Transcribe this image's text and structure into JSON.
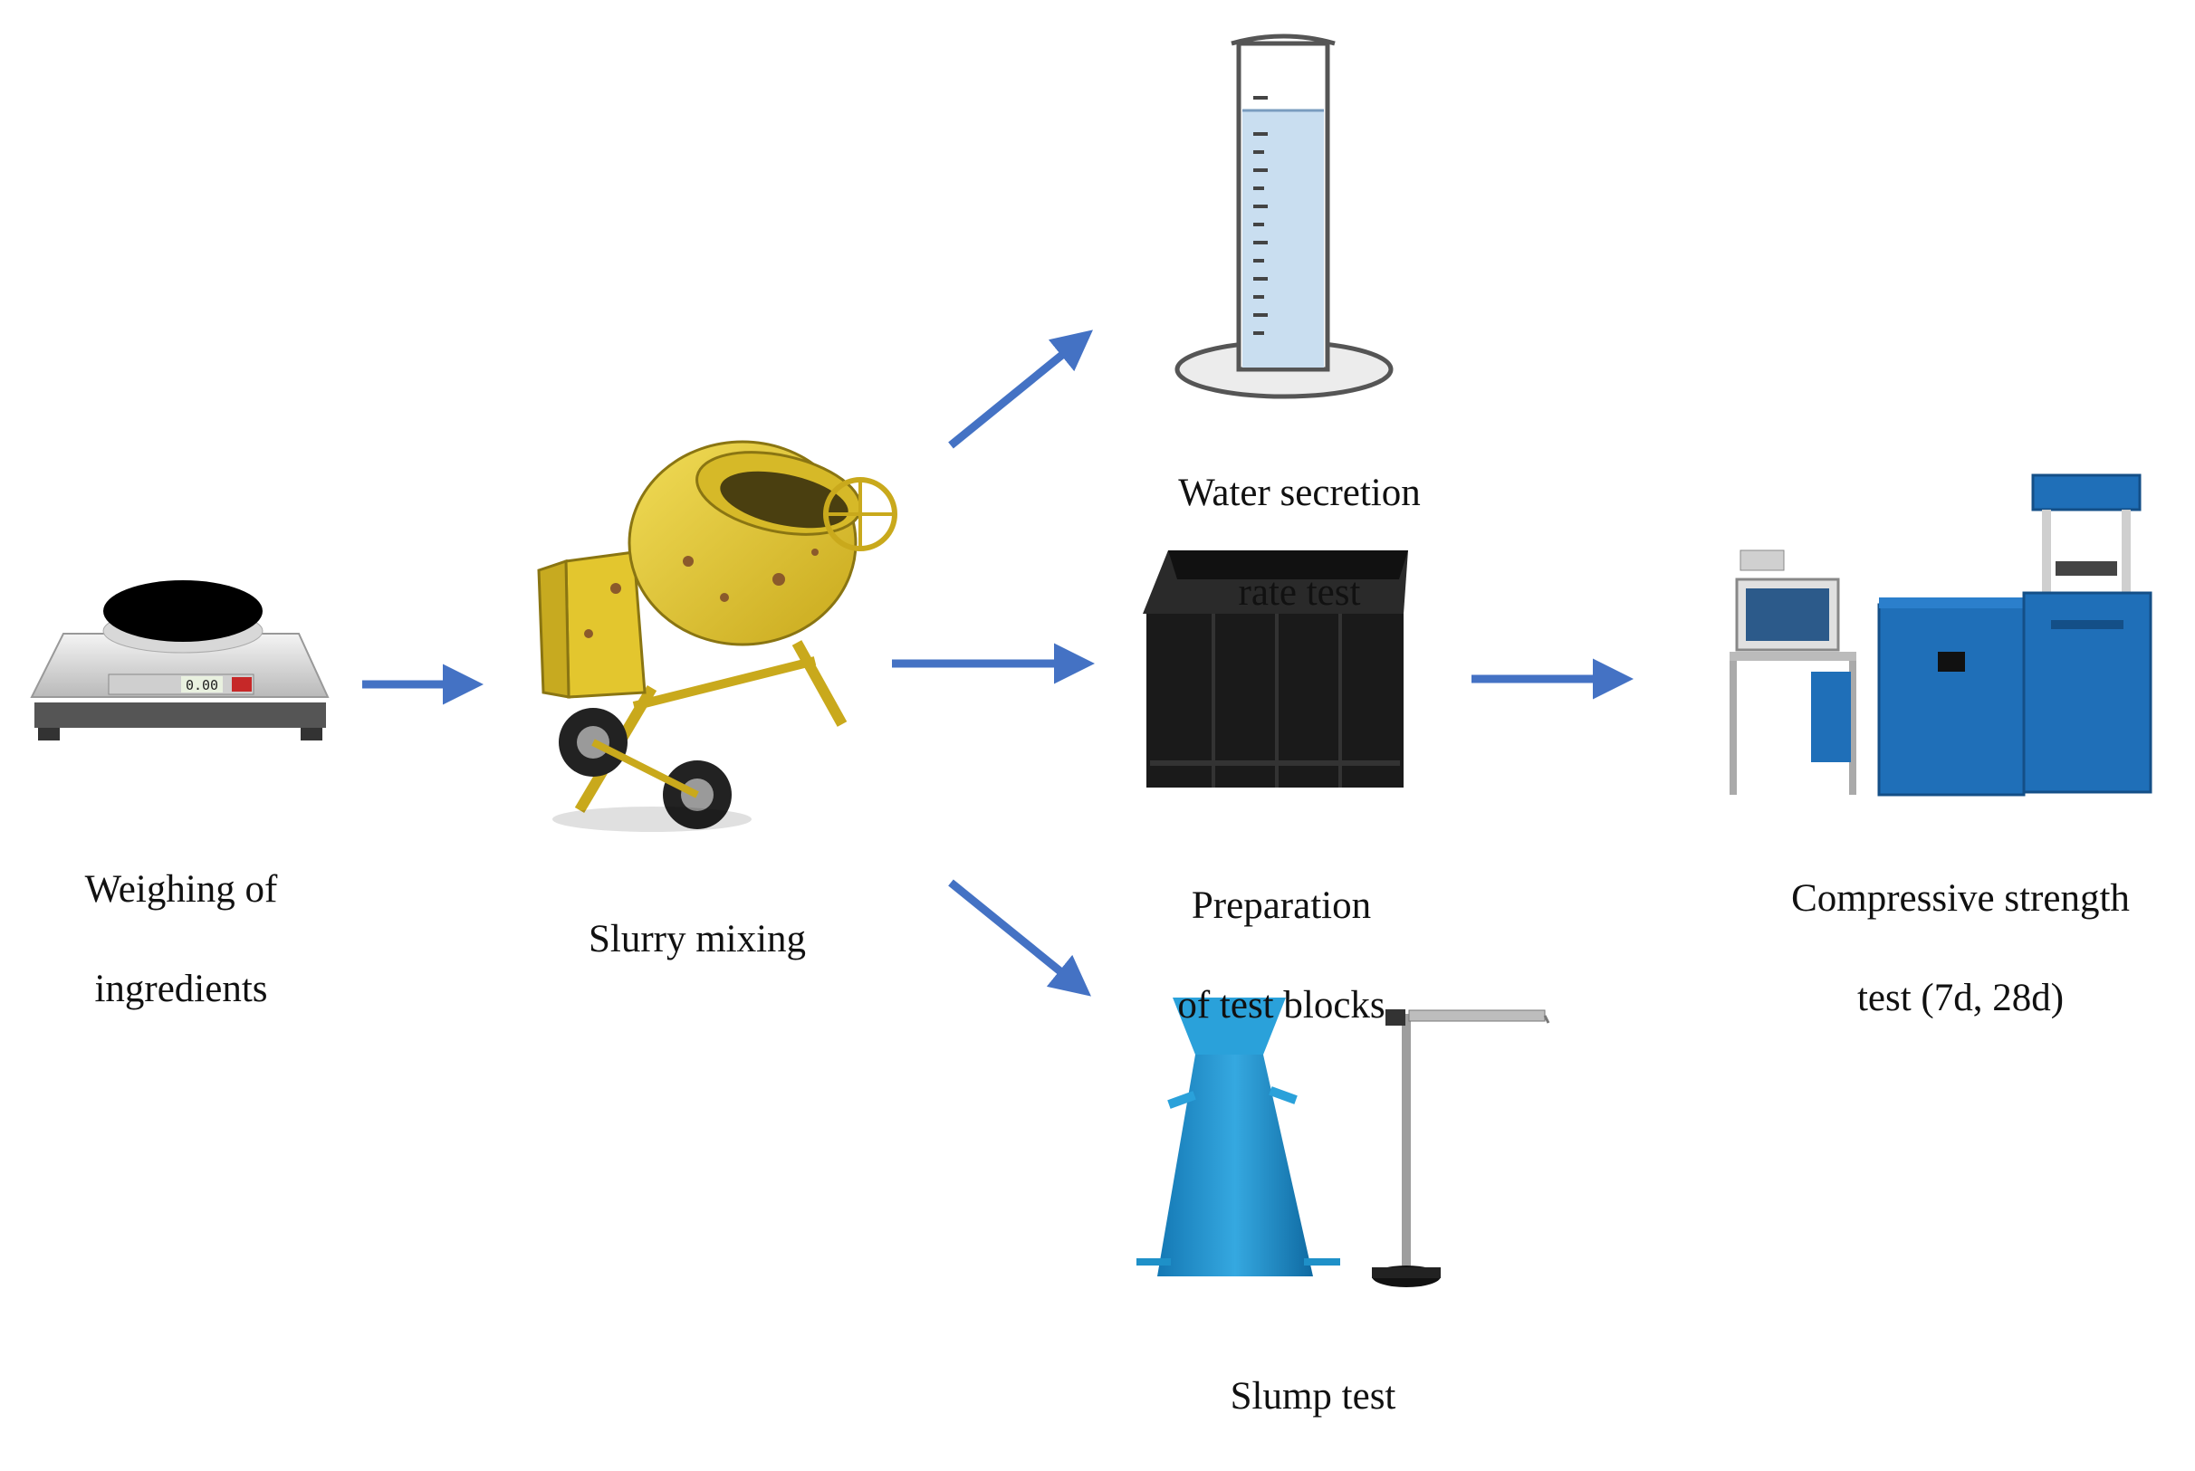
{
  "diagram": {
    "steps": {
      "weighing": {
        "line1": "Weighing  of",
        "line2": "ingredients",
        "icon": "scale-icon"
      },
      "mixing": {
        "line1": "Slurry mixing",
        "icon": "concrete-mixer-icon"
      },
      "water": {
        "line1": "Water secretion",
        "line2": "rate test",
        "icon": "graduated-cylinder-icon"
      },
      "blocks": {
        "line1": "Preparation",
        "line2": "of test blocks",
        "icon": "test-mold-icon"
      },
      "slump": {
        "line1": "Slump test",
        "icon": "slump-cone-icon"
      },
      "compressive": {
        "line1": "Compressive  strength",
        "line2": "test (7d, 28d)",
        "icon": "compression-machine-icon"
      }
    },
    "scale_display": "0.00",
    "colors": {
      "arrow": "#4472C4",
      "mixer": "#E3C62E",
      "cylinder_liquid": "#C9DEF0",
      "mold": "#1A1A1A",
      "cone": "#1E90C8",
      "machine": "#1F6FB8"
    }
  }
}
